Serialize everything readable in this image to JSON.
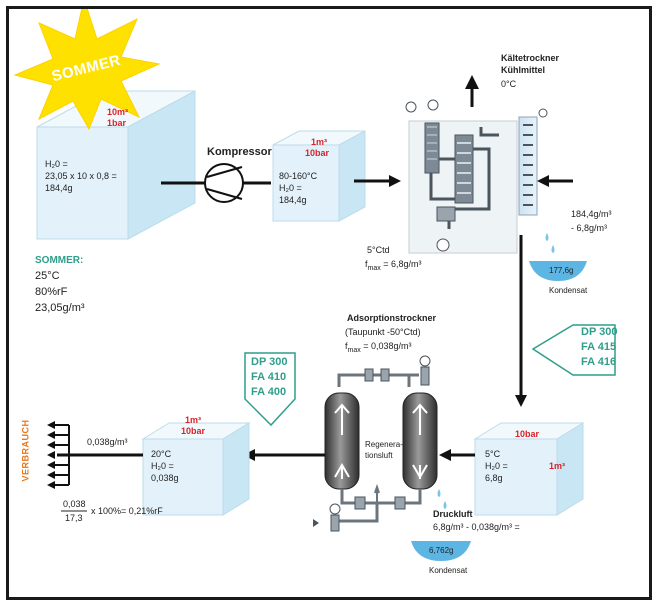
{
  "season_star": "SOMMER",
  "intake": {
    "pressure_volume": "10m³",
    "pressure_bar": "1bar",
    "water_label": "H₂0 =",
    "water_formula": "23,05 x 10 x 0,8 =",
    "water_result": "184,4g"
  },
  "summer_conditions": {
    "title": "SOMMER:",
    "temperature": "25°C",
    "humidity": "80%rF",
    "absolute": "23,05g/m³"
  },
  "compressor": {
    "label": "Kompressor",
    "out_volume": "1m³",
    "out_bar": "10bar",
    "temp": "80-160°C",
    "water_label": "H₂0 =",
    "water_value": "184,4g"
  },
  "refrigeration_dryer": {
    "title": "Kältetrockner",
    "subtitle": "Kühlmittel",
    "coolant_temp": "0°C",
    "dewpoint": "5°Ctd",
    "fmax_prefix": "f",
    "fmax_sub": "max",
    "fmax_value": " = 6,8g/m³",
    "in_value": "184,4g/m³",
    "minus_value": "- 6,8g/m³",
    "condensate_value": "177,6g",
    "condensate_label": "Kondensat"
  },
  "filters_right": [
    "DP 300",
    "FA 415",
    "FA 416"
  ],
  "receiver": {
    "bar": "10bar",
    "temp": "5°C",
    "water_label": "H₂0 =",
    "water_value": "6,8g",
    "volume": "1m³"
  },
  "adsorption_dryer": {
    "title": "Adsorptionstrockner",
    "dewpoint": "(Taupunkt -50°Ctd)",
    "fmax_prefix": "f",
    "fmax_sub": "max",
    "fmax_value": " = 0,038g/m³",
    "regen_line1": "Regenera-",
    "regen_line2": "tionsluft"
  },
  "pressure_air": {
    "title": "Druckluft",
    "formula": "6,8g/m³ - 0,038g/m³ =",
    "condensate_value": "6,762g",
    "condensate_label": "Kondensat"
  },
  "filters_left": [
    "DP 300",
    "FA 410",
    "FA 400"
  ],
  "outlet": {
    "volume": "1m³",
    "bar": "10bar",
    "temp": "20°C",
    "water_label": "H₂0 =",
    "water_value": "0,038g",
    "line_value": "0,038g/m³"
  },
  "consumer_label": "VERBRAUCH",
  "relative_humidity": {
    "numerator": "0,038",
    "denominator": "17,3",
    "suffix": "x 100%= 0,21%rF"
  },
  "colors": {
    "cube_face": "#e3f2fa",
    "cube_top": "#f2f9fd",
    "cube_side": "#c9e6f4",
    "accent_red": "#d8232a",
    "accent_teal": "#2f9e8a",
    "accent_orange": "#e8781c",
    "star": "#ffe100"
  }
}
